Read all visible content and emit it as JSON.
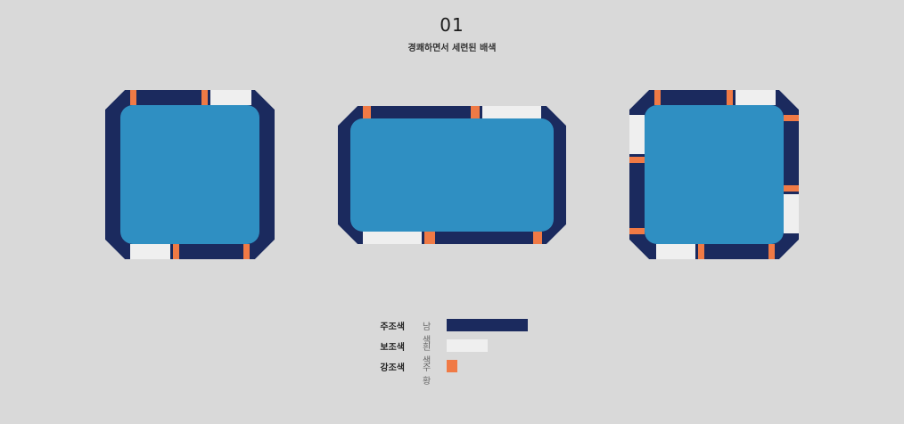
{
  "header": {
    "number": "01",
    "subtitle": "경쾌하면서 세련된 배색"
  },
  "colors": {
    "main": "#1b2a5e",
    "sub": "#efefef",
    "accent": "#f07a45",
    "court": "#2f8fc2",
    "background": "#d9d9d9"
  },
  "legend": [
    {
      "role": "주조색",
      "name": "남색",
      "color": "#1b2a5e",
      "share": 1.0
    },
    {
      "role": "보조색",
      "name": "흰색",
      "color": "#efefef",
      "share": 0.5
    },
    {
      "role": "강조색",
      "name": "주황",
      "color": "#f07a45",
      "share": 0.13
    }
  ]
}
